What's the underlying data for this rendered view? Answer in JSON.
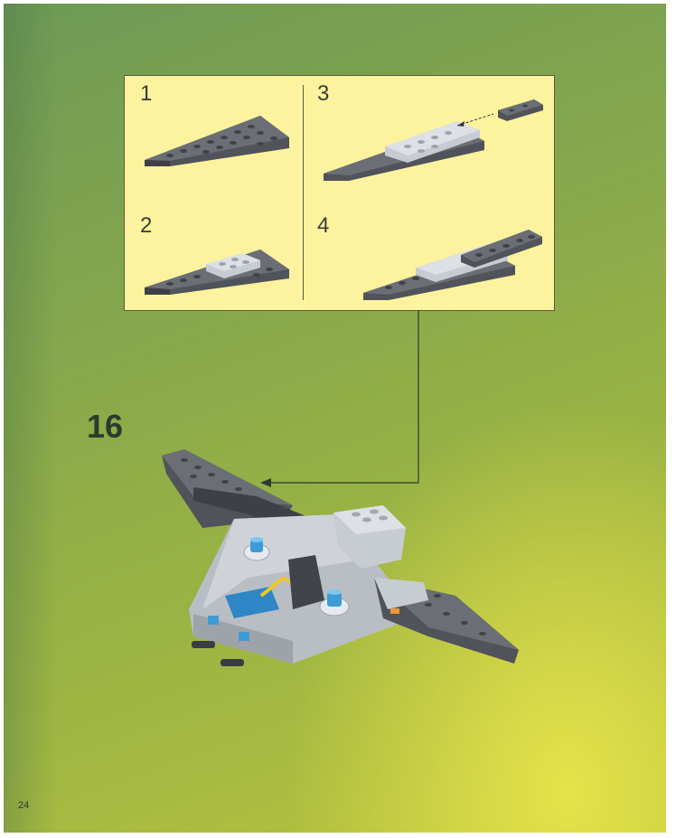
{
  "sub_steps": [
    {
      "number": "1"
    },
    {
      "number": "2"
    },
    {
      "number": "3"
    },
    {
      "number": "4"
    }
  ],
  "step": {
    "number": "16"
  },
  "page": {
    "number": "24"
  },
  "colors": {
    "panel": "#fdf39e",
    "dark_gray": "#5c5f66",
    "light_gray": "#c7ccd2",
    "trans_blue": "#3d9bd8",
    "yellow": "#f2c81e"
  }
}
